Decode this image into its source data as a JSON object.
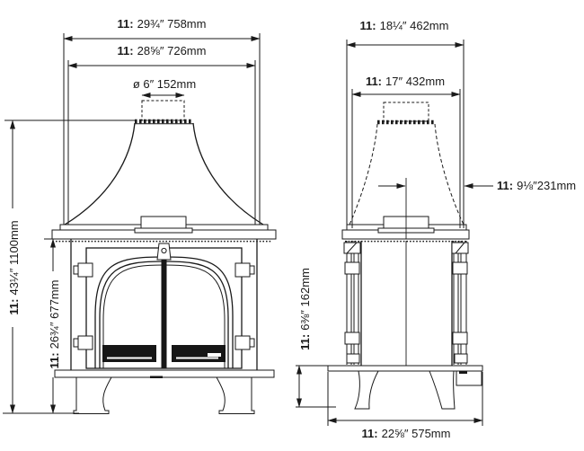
{
  "colors": {
    "line_color": "#1a1a1a",
    "background": "#ffffff"
  },
  "labels": {
    "front_width_outer": {
      "prefix": "11:",
      "value": "29¾″ 758mm"
    },
    "front_width_inner": {
      "prefix": "11:",
      "value": "28⅝″ 726mm"
    },
    "flue_diameter": {
      "value": "ø 6″ 152mm"
    },
    "height_overall": {
      "prefix": "11:",
      "value": "43¼″ 1100mm"
    },
    "height_to_top_plate": {
      "prefix": "11:",
      "value": "26¾″ 677mm"
    },
    "side_depth_outer": {
      "prefix": "11:",
      "value": "18¼″ 462mm"
    },
    "side_depth_inner": {
      "prefix": "11:",
      "value": "17″ 432mm"
    },
    "flue_centre_to_rear": {
      "prefix": "11:",
      "value": "9⅛″231mm"
    },
    "leg_height": {
      "prefix": "11:",
      "value": "6⅜″ 162mm"
    },
    "base_depth": {
      "prefix": "11:",
      "value": "22⅝″ 575mm"
    }
  }
}
